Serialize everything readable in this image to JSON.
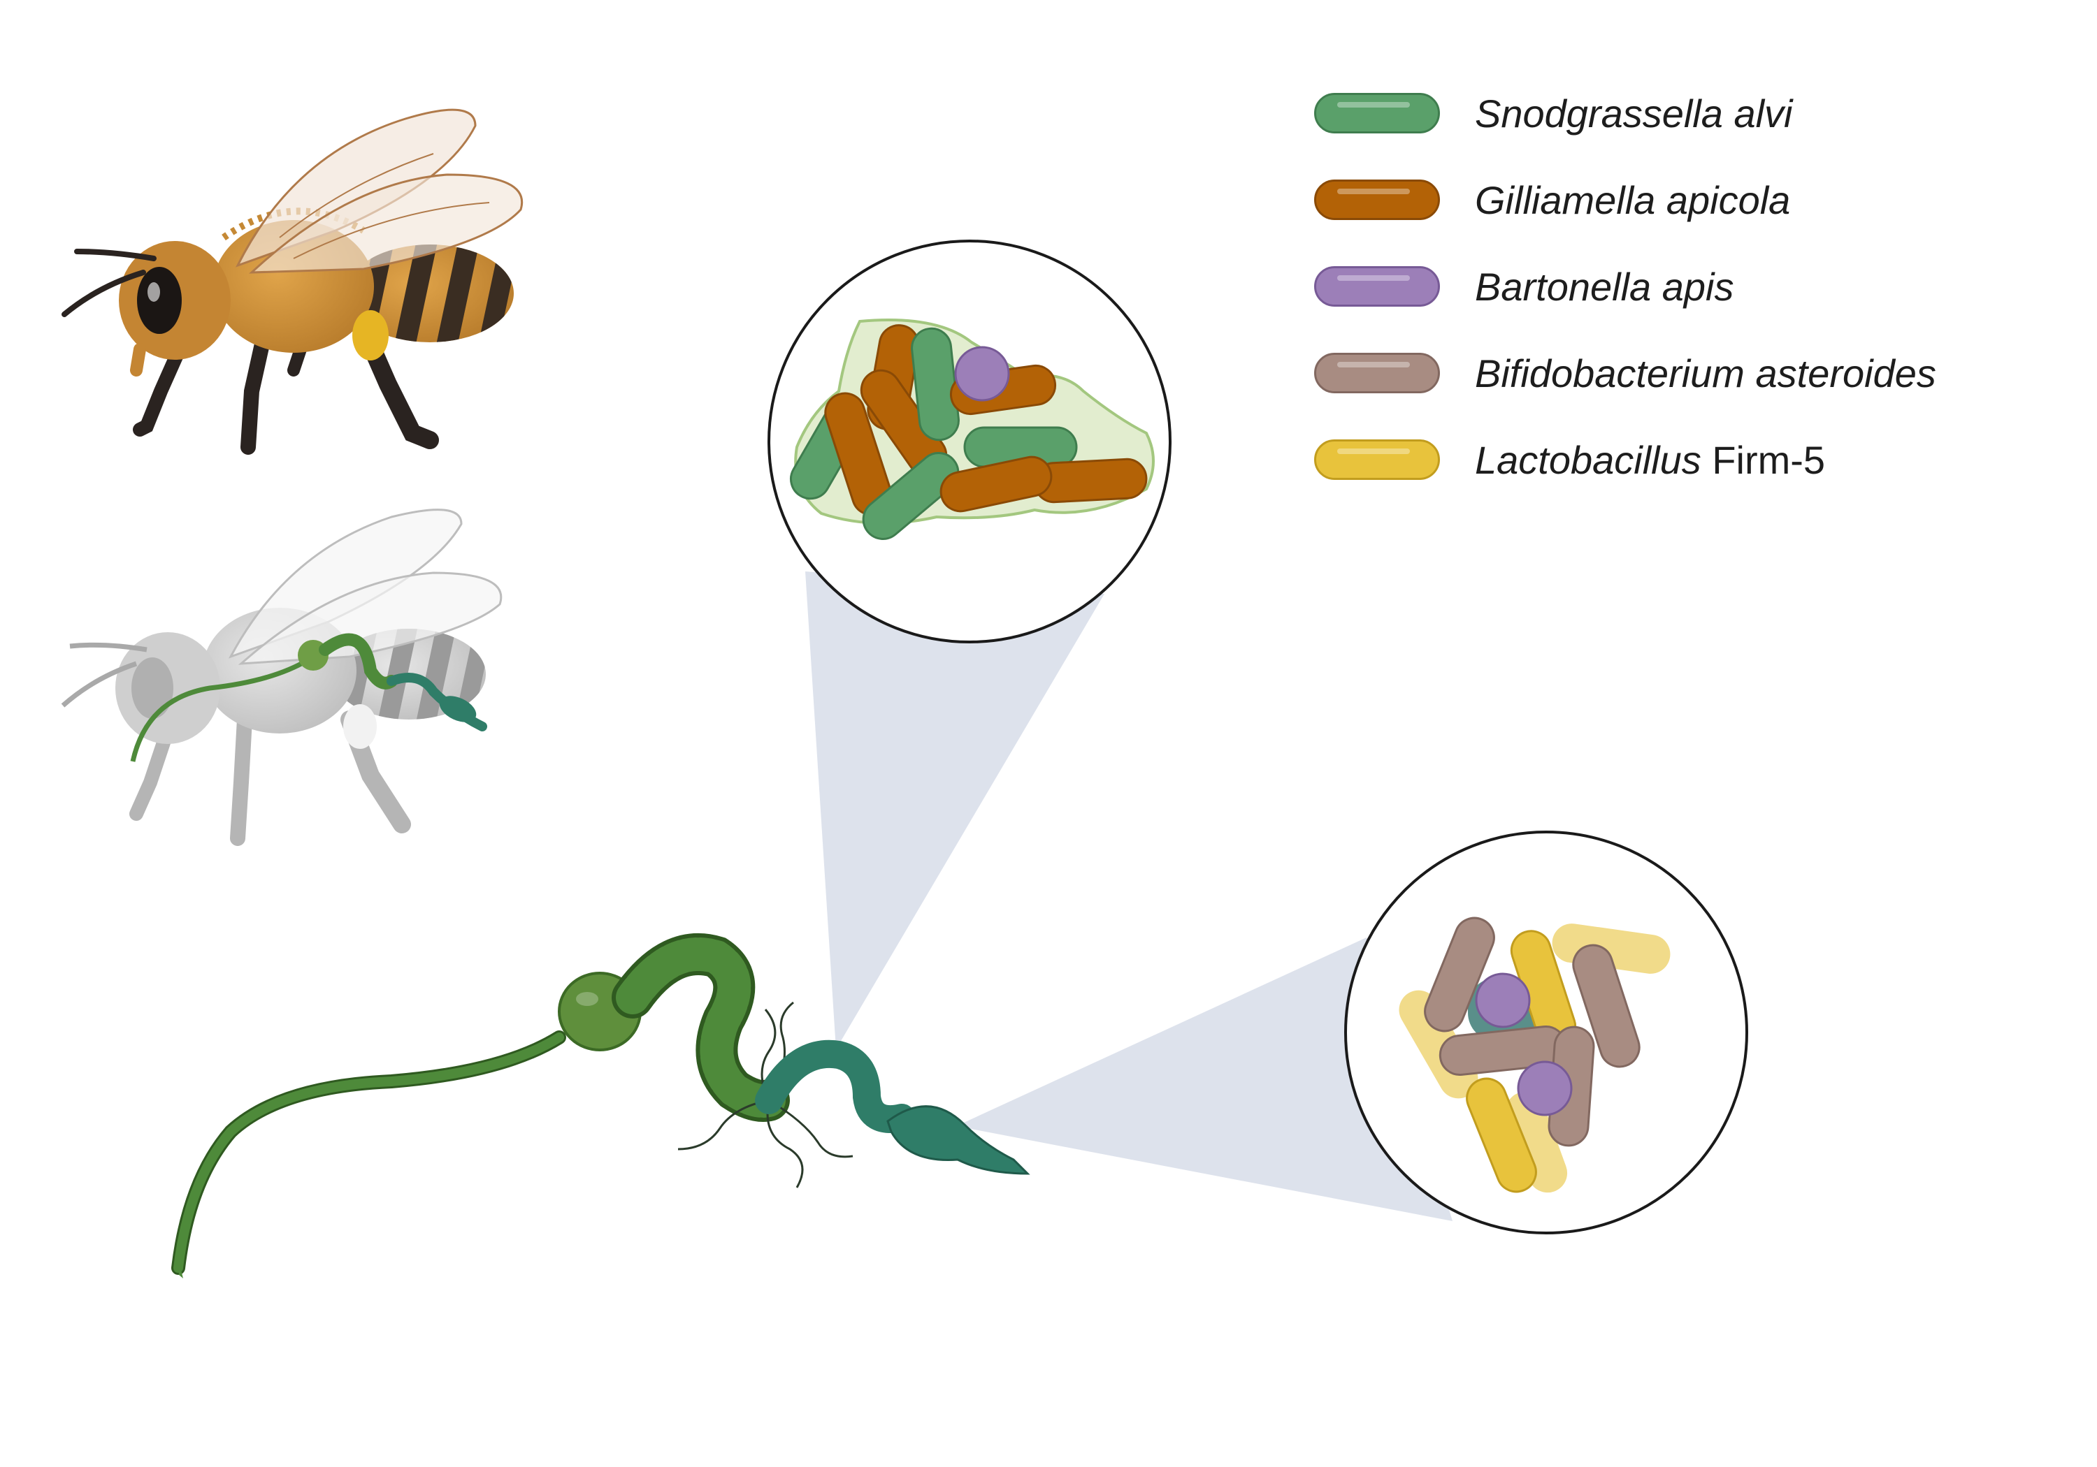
{
  "legend": {
    "items": [
      {
        "species": "Snodgrassella alvi",
        "suffix": "",
        "color": "#5aa06a",
        "edge": "#3f7d4e"
      },
      {
        "species": "Gilliamella apicola",
        "suffix": "",
        "color": "#b36206",
        "edge": "#8a4a06"
      },
      {
        "species": "Bartonella apis",
        "suffix": "",
        "color": "#9c7fb8",
        "edge": "#775a96"
      },
      {
        "species": "Bifidobacterium asteroides",
        "suffix": "",
        "color": "#a88c82",
        "edge": "#826860"
      },
      {
        "species": "Lactobacillus",
        "suffix": " Firm-5",
        "color": "#e8c33c",
        "edge": "#c29d1e"
      }
    ]
  },
  "colors": {
    "gut_green": "#4e8a3a",
    "gut_teal": "#2f7d68",
    "zoom_cone": "#dde2ec",
    "biofilm": "#e2edcf"
  },
  "icons": [
    "honeybee-color-icon",
    "honeybee-gray-gut-icon",
    "bee-gut-icon",
    "ileum-magnifier-icon",
    "rectum-magnifier-icon"
  ]
}
